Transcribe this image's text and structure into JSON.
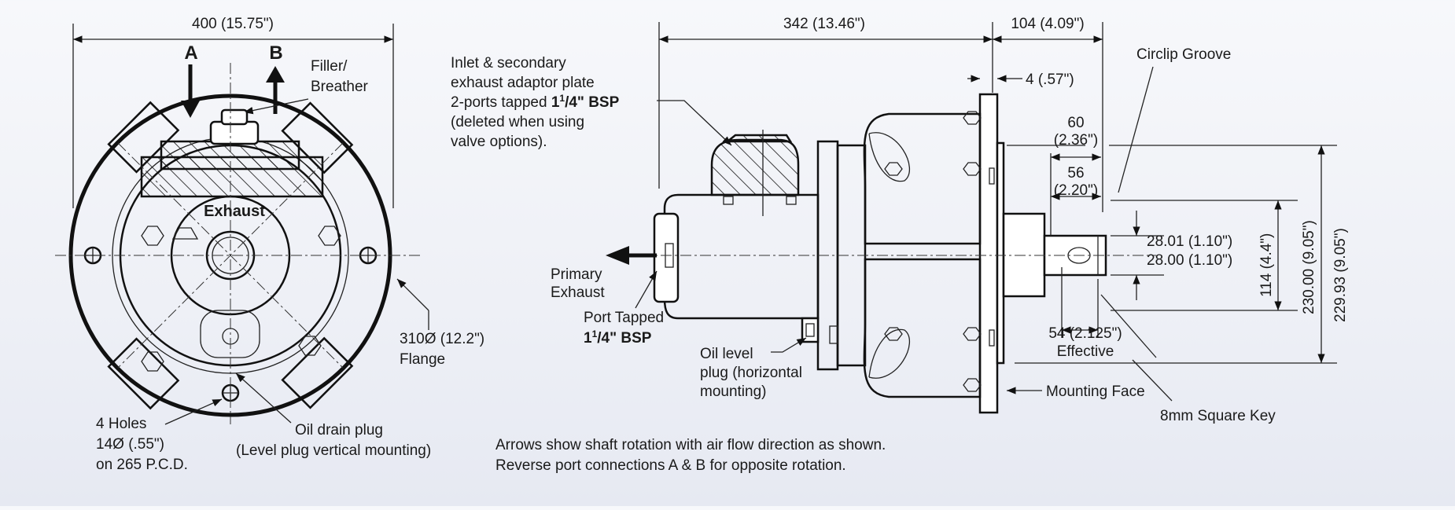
{
  "front_view": {
    "width_dim": "400 (15.75\")",
    "port_a": "A",
    "port_b": "B",
    "filler_line1": "Filler/",
    "filler_line2": "Breather",
    "exhaust": "Exhaust",
    "flange_line1": "310Ø (12.2\")",
    "flange_line2": "Flange",
    "holes_line1": "4 Holes",
    "holes_line2": "14Ø (.55\")",
    "holes_line3": "on 265 P.C.D.",
    "drain_line1": "Oil drain plug",
    "drain_line2": "(Level plug vertical mounting)"
  },
  "side_view": {
    "dim_342": "342 (13.46\")",
    "dim_104": "104 (4.09\")",
    "dim_4": "4 (.57\")",
    "circlip": "Circlip Groove",
    "dim_60_a": "60",
    "dim_60_b": "(2.36\")",
    "dim_56_a": "56",
    "dim_56_b": "(2.20\")",
    "shaft_max": "28.01 (1.10\")",
    "shaft_min": "28.00 (1.10\")",
    "dim_114": "114 (4.4\")",
    "dim_230": "230.00 (9.05\")",
    "dim_229": "229.93 (9.05\")",
    "dim_54_a": "54 (2.125\")",
    "dim_54_b": "Effective",
    "mounting_face": "Mounting Face",
    "key": "8mm Square Key",
    "inlet_line1": "Inlet & secondary",
    "inlet_line2": "exhaust adaptor plate",
    "inlet_line3_pre": "2-ports tapped ",
    "inlet_line3_bold": "1",
    "inlet_line3_sup": "1",
    "inlet_line3_frac": "/4\" BSP",
    "inlet_line4": "(deleted when using",
    "inlet_line5": "valve options).",
    "primary_line1": "Primary",
    "primary_line2": "Exhaust",
    "port_tapped_line1": "Port Tapped",
    "port_tapped_bold": "1",
    "port_tapped_sup": "1",
    "port_tapped_frac": "/4\" BSP",
    "oil_level_line1": "Oil level",
    "oil_level_line2": "plug (horizontal",
    "oil_level_line3": "mounting)"
  },
  "note": {
    "line1": "Arrows show shaft rotation with air flow direction as shown.",
    "line2": "Reverse port connections A & B for opposite rotation."
  }
}
